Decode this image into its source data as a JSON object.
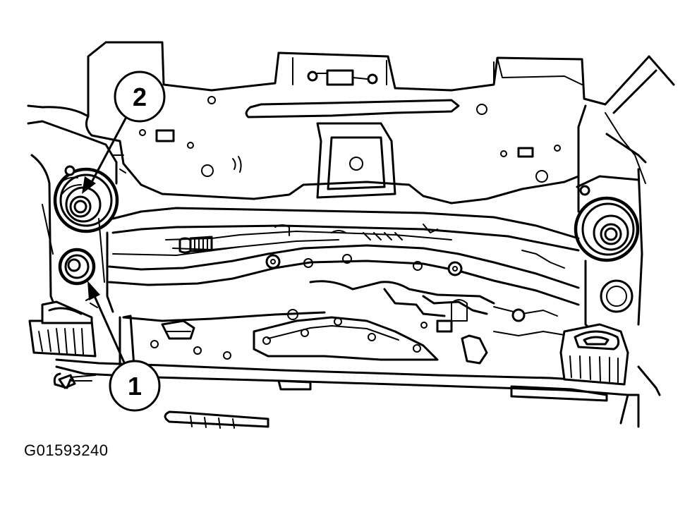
{
  "callouts": [
    {
      "number": "1",
      "target": "lower-bushing"
    },
    {
      "number": "2",
      "target": "upper-mount-bolt"
    }
  ],
  "figure_id": "G01593240",
  "colors": {
    "line": "#000000",
    "background": "#ffffff"
  }
}
